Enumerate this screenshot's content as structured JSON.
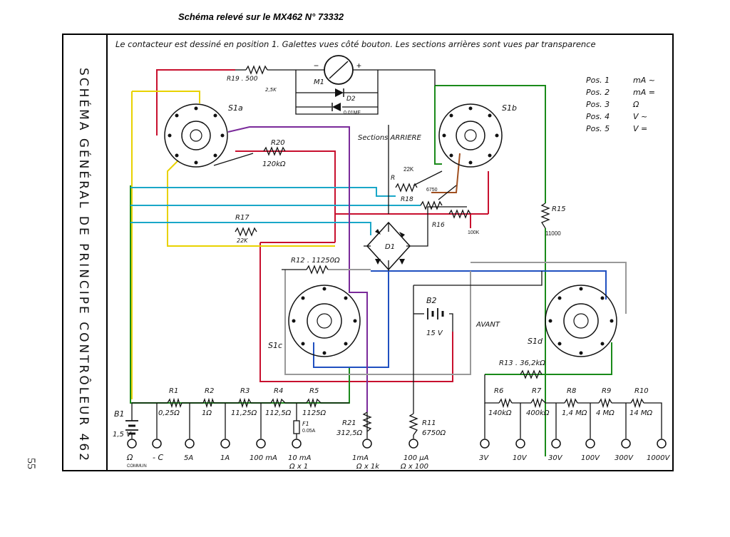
{
  "header_title": "Schéma relevé sur le MX462 N° 73332",
  "page_number": "55",
  "side_title": "SCHÉMA GÉNÉRAL DE PRINCIPE CONTRÔLEUR 462",
  "note": "Le contacteur est dessiné en position 1. Galettes vues côté bouton. Les sections arrières sont vues par transparence",
  "positions": [
    {
      "pos": "Pos. 1",
      "mode": "mA ~"
    },
    {
      "pos": "Pos. 2",
      "mode": "mA ="
    },
    {
      "pos": "Pos. 3",
      "mode": "Ω"
    },
    {
      "pos": "Pos. 4",
      "mode": "V ~"
    },
    {
      "pos": "Pos. 5",
      "mode": "V ="
    }
  ],
  "sections": {
    "s1a": "S1a",
    "s1b": "S1b",
    "s1c": "S1c",
    "s1d": "S1d",
    "rear": "Sections ARRIERE",
    "front": "AVANT"
  },
  "components": {
    "meter": "M1",
    "d2": "D2",
    "cap": "0.01MF",
    "bridge": "D1",
    "r19": "R19 . 500",
    "r19_alt": "2,5K",
    "r20": "R20",
    "r20_val": "120kΩ",
    "r17": "R17",
    "r17_val": "22K",
    "r18": "R18",
    "r18_val": "6750",
    "r_top": "R",
    "r_top_val": "22K",
    "r16": "R16",
    "r16_val": "100K",
    "r15": "R15",
    "r15_val": "11000",
    "r12": "R12 . 11250Ω",
    "b2": "B2",
    "b2_val": "15 V",
    "r13": "R13 . 36,2kΩ",
    "b1": "B1",
    "b1_val": "1,5 V"
  },
  "shunts": [
    {
      "name": "R1",
      "value": "0,25Ω"
    },
    {
      "name": "R2",
      "value": "1Ω"
    },
    {
      "name": "R3",
      "value": "11,25Ω"
    },
    {
      "name": "R4",
      "value": "112,5Ω"
    },
    {
      "name": "R5",
      "value": "1125Ω"
    }
  ],
  "fuse": {
    "name": "F1",
    "value": "0.05A"
  },
  "series_resistors": [
    {
      "name": "R21",
      "value": "312,5Ω"
    },
    {
      "name": "R11",
      "value": "6750Ω"
    }
  ],
  "volt_resistors": [
    {
      "name": "R6",
      "value": "140kΩ"
    },
    {
      "name": "R7",
      "value": "400kΩ"
    },
    {
      "name": "R8",
      "value": "1,4 MΩ"
    },
    {
      "name": "R9",
      "value": "4 MΩ"
    },
    {
      "name": "R10",
      "value": "14 MΩ"
    }
  ],
  "terminals_left": [
    {
      "label": "Ω",
      "sub": "COMMUN"
    },
    {
      "label": "- C",
      "sub": ""
    },
    {
      "label": "5A",
      "sub": ""
    },
    {
      "label": "1A",
      "sub": ""
    },
    {
      "label": "100 mA",
      "sub": ""
    },
    {
      "label": "10 mA",
      "sub": "Ω x 1"
    },
    {
      "label": "1mA",
      "sub": "Ω x 1k"
    },
    {
      "label": "100 μA",
      "sub": "Ω x 100"
    }
  ],
  "terminals_volts": [
    "3V",
    "10V",
    "30V",
    "100V",
    "300V",
    "1000V"
  ],
  "wire_colors": {
    "red": "#c8102e",
    "yellow": "#e8d200",
    "green": "#1a8a1a",
    "cyan": "#1aa7c8",
    "blue": "#2050c0",
    "purple": "#7a2a9a",
    "brown": "#a05020",
    "grey": "#999999",
    "black": "#111111"
  }
}
